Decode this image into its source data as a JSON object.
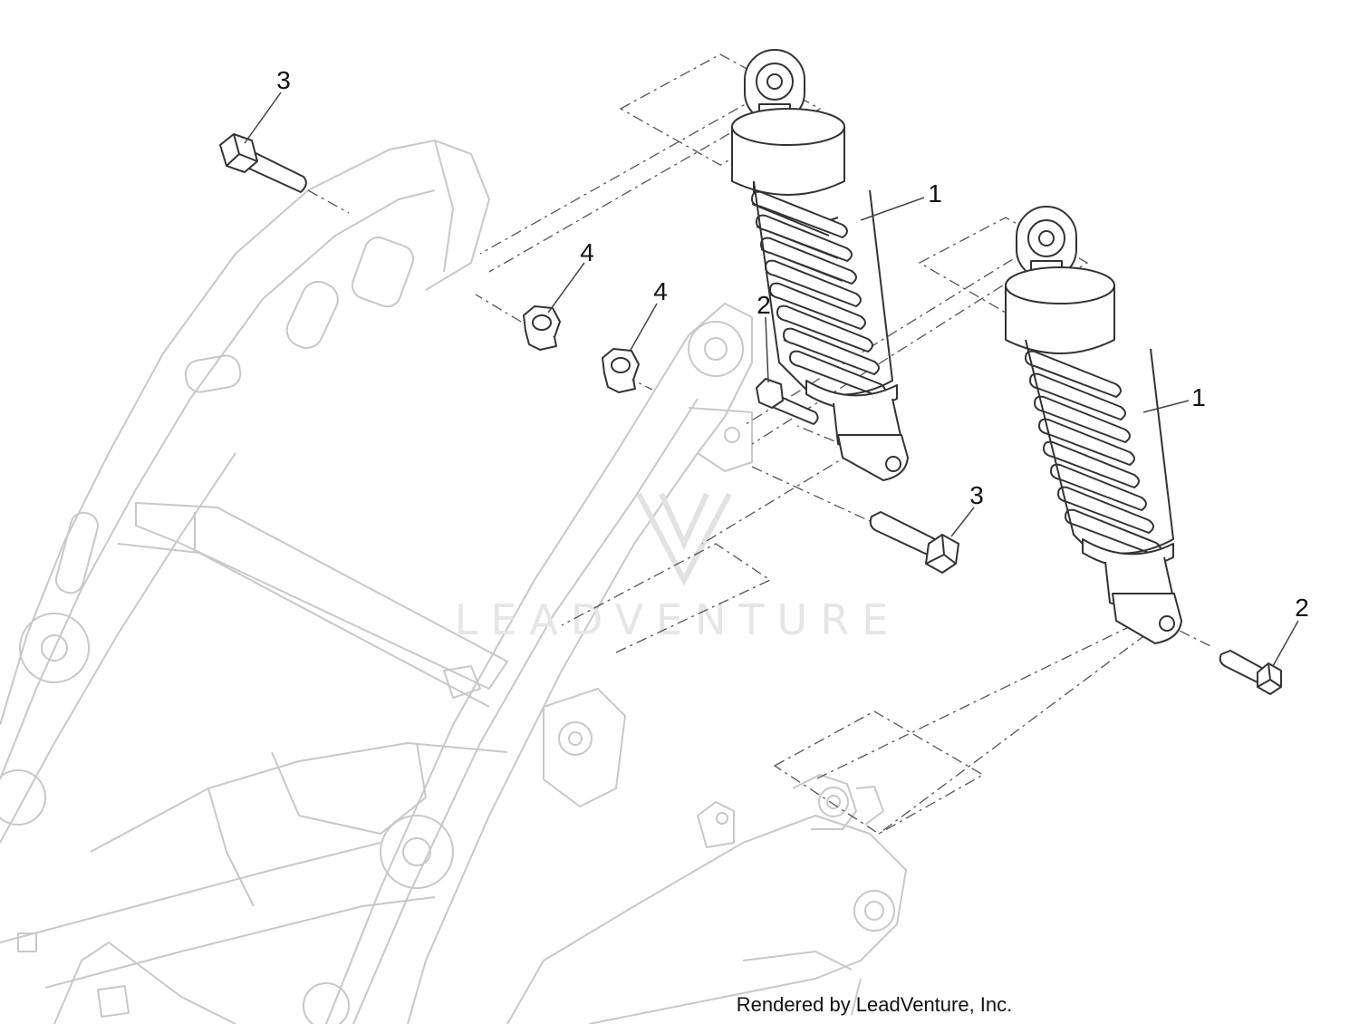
{
  "callouts": [
    {
      "id": "c1",
      "label": "3"
    },
    {
      "id": "c2",
      "label": "4"
    },
    {
      "id": "c3",
      "label": "4"
    },
    {
      "id": "c4",
      "label": "2"
    },
    {
      "id": "c5",
      "label": "1"
    },
    {
      "id": "c6",
      "label": "1"
    },
    {
      "id": "c7",
      "label": "3"
    },
    {
      "id": "c8",
      "label": "2"
    }
  ],
  "watermark": "LEADVENTURE",
  "credit": "Rendered by LeadVenture, Inc.",
  "colors": {
    "frame_line": "#c8c8c8",
    "part_line": "#333333",
    "leader_line": "#444444"
  }
}
